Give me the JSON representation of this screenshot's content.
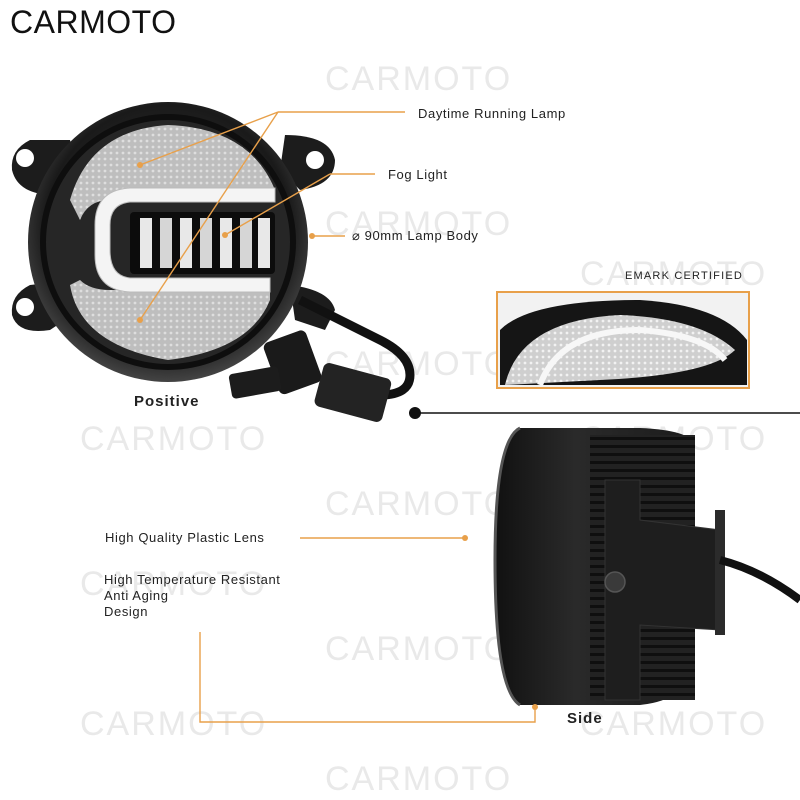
{
  "brand": "CARMOTO",
  "watermark": "CARMOTO",
  "labels": {
    "drl": "Daytime Running Lamp",
    "fog": "Fog Light",
    "body": "⌀ 90mm Lamp Body",
    "emark": "EMARK CERTIFIED",
    "positive": "Positive",
    "lens": "High Quality Plastic Lens",
    "temp_line1": "High Temperature Resistant",
    "temp_line2": "Anti Aging",
    "temp_line3": "Design",
    "side": "Side"
  },
  "colors": {
    "accent_orange": "#e8a04a",
    "lamp_body": "#1f1f1f",
    "led_white": "#dcdcdc"
  }
}
